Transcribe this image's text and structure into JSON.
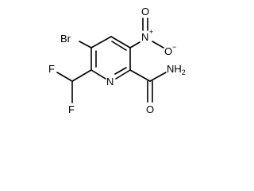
{
  "molecule": {
    "atoms": {
      "br": "Br",
      "nitro_n": "N",
      "nitro_n_charge": "+",
      "nitro_o_top": "O",
      "nitro_o_right": "O",
      "nitro_o_right_charge": "−",
      "ring_n": "N",
      "f_left": "F",
      "f_bottom": "F",
      "amide_n": "NH",
      "amide_n_sub": "2",
      "amide_o": "O"
    }
  }
}
